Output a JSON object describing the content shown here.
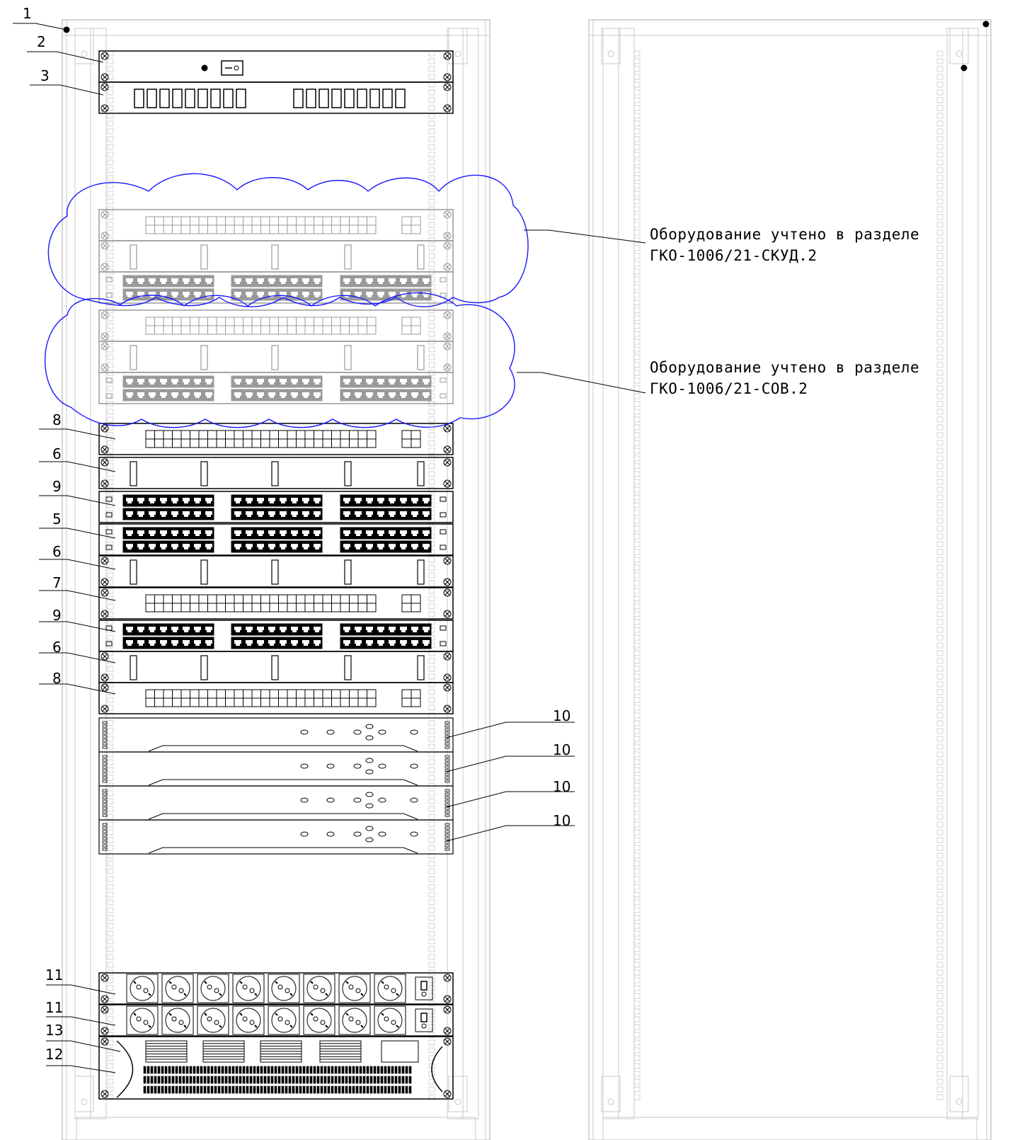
{
  "notes": [
    {
      "line1": "Оборудование учтено в разделе",
      "line2": "ГКО-1006/21-СКУД.2"
    },
    {
      "line1": "Оборудование учтено в разделе",
      "line2": "ГКО-1006/21-СОВ.2"
    }
  ],
  "labels_left": [
    "1",
    "2",
    "3",
    "8",
    "6",
    "9",
    "5",
    "6",
    "7",
    "9",
    "6",
    "8",
    "11",
    "11",
    "13",
    "12"
  ],
  "labels_right": [
    "10",
    "10",
    "10",
    "10"
  ],
  "colors": {
    "frame": "#c8c8c8",
    "equipment": "#000000",
    "cloud": "#1a1aff",
    "faded": "#9a9a9a"
  }
}
